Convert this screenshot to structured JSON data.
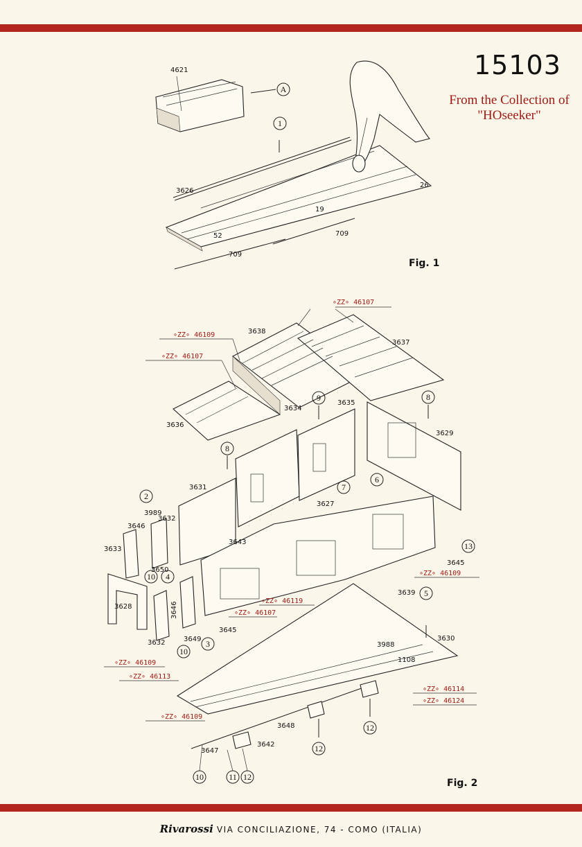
{
  "model_number": "15103",
  "collection_note": [
    "From the Collection of",
    "\"HOseeker\""
  ],
  "figures": {
    "fig1": {
      "label": "Fig. 1",
      "callouts": [
        "A",
        "1"
      ],
      "parts": [
        "4621",
        "3626",
        "709",
        "709",
        "52",
        "19",
        "26"
      ]
    },
    "fig2": {
      "label": "Fig. 2"
    }
  },
  "parts": {
    "p3638": "3638",
    "p3637": "3637",
    "p3636": "3636",
    "p3634": "3634",
    "p3635": "3635",
    "p3629": "3629",
    "p3631": "3631",
    "p3627": "3627",
    "p3989": "3989",
    "p3646a": "3646",
    "p3632a": "3632",
    "p3633": "3633",
    "p3643": "3643",
    "p3650": "3650",
    "p3628": "3628",
    "p3646b": "3646",
    "p3649": "3649",
    "p3645a": "3645",
    "p3645b": "3645",
    "p3632b": "3632",
    "p3639": "3639",
    "p3630": "3630",
    "p3988": "3988",
    "p1108": "1108",
    "p3648": "3648",
    "p3647": "3647",
    "p3642": "3642"
  },
  "refs": {
    "r1": "∘ZZ∘ 46107",
    "r2": "∘ZZ∘ 46109",
    "r3": "∘ZZ∘ 46107",
    "r4": "∘ZZ∘ 46109",
    "r5": "∘ZZ∘ 46119",
    "r6": "∘ZZ∘ 46107",
    "r7": "∘ZZ∘ 46109",
    "r8": "∘ZZ∘ 46113",
    "r9": "∘ZZ∘ 46114",
    "r10": "∘ZZ∘ 46124",
    "r11": "∘ZZ∘ 46109"
  },
  "callouts": {
    "c8a": "8",
    "c9": "9",
    "c8b": "8",
    "c2": "2",
    "c7": "7",
    "c6": "6",
    "c13": "13",
    "c10a": "10",
    "c4": "4",
    "c3": "3",
    "c10b": "10",
    "c5": "5",
    "c12a": "12",
    "c12b": "12",
    "c10c": "10",
    "c11": "11",
    "c12c": "12"
  },
  "footer": {
    "brand": "Rivarossi",
    "address": "VIA CONCILIAZIONE, 74 - COMO (ITALIA)"
  },
  "colors": {
    "accent_bar": "#b3261e",
    "reference_text": "#a01a14",
    "paper": "#fbf6ea"
  }
}
